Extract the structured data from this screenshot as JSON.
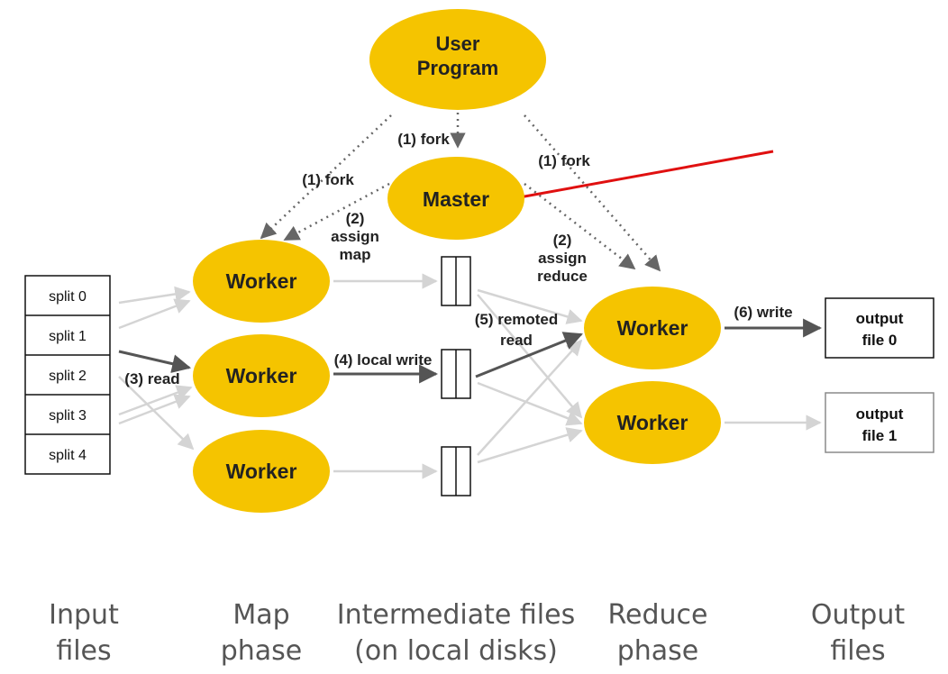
{
  "colors": {
    "node_fill": "#f5c400",
    "solid_arrow": "#555555",
    "faint_arrow": "#d4d4d4",
    "dotted_arrow": "#666666",
    "highlight_arrow": "#e01010"
  },
  "nodes": {
    "user_program": [
      "User",
      "Program"
    ],
    "master": "Master",
    "map_workers": [
      "Worker",
      "Worker",
      "Worker"
    ],
    "reduce_workers": [
      "Worker",
      "Worker"
    ]
  },
  "input_splits": [
    "split 0",
    "split 1",
    "split 2",
    "split 3",
    "split 4"
  ],
  "output_files": [
    [
      "output",
      "file 0"
    ],
    [
      "output",
      "file 1"
    ]
  ],
  "edge_labels": {
    "fork_center": "(1) fork",
    "fork_left": "(1) fork",
    "fork_right": "(1) fork",
    "assign_map": [
      "(2)",
      "assign",
      "map"
    ],
    "assign_reduce": [
      "(2)",
      "assign",
      "reduce"
    ],
    "read": "(3) read",
    "local_write": "(4) local write",
    "remote_read": [
      "(5) remoted",
      "read"
    ],
    "write": "(6) write"
  },
  "phases": [
    [
      "Input",
      "files"
    ],
    [
      "Map",
      "phase"
    ],
    [
      "Intermediate files",
      "(on local disks)"
    ],
    [
      "Reduce",
      "phase"
    ],
    [
      "Output",
      "files"
    ]
  ]
}
